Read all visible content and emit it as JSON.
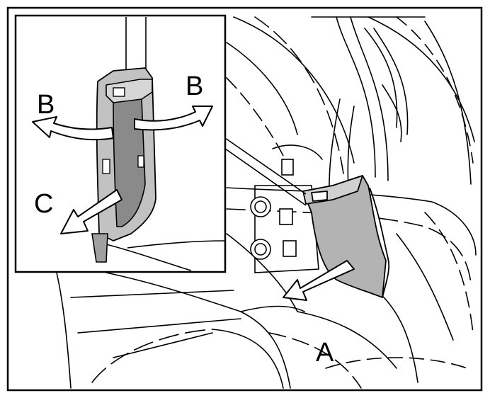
{
  "labels": {
    "a": "A",
    "b_left": "B",
    "b_right": "B",
    "c": "C"
  },
  "colors": {
    "line": "#000000",
    "panel_fill": "#ffffff",
    "part_fill": "#b3b3b3",
    "part_dark": "#8a8a8a",
    "arrow_fill": "#ffffff"
  }
}
